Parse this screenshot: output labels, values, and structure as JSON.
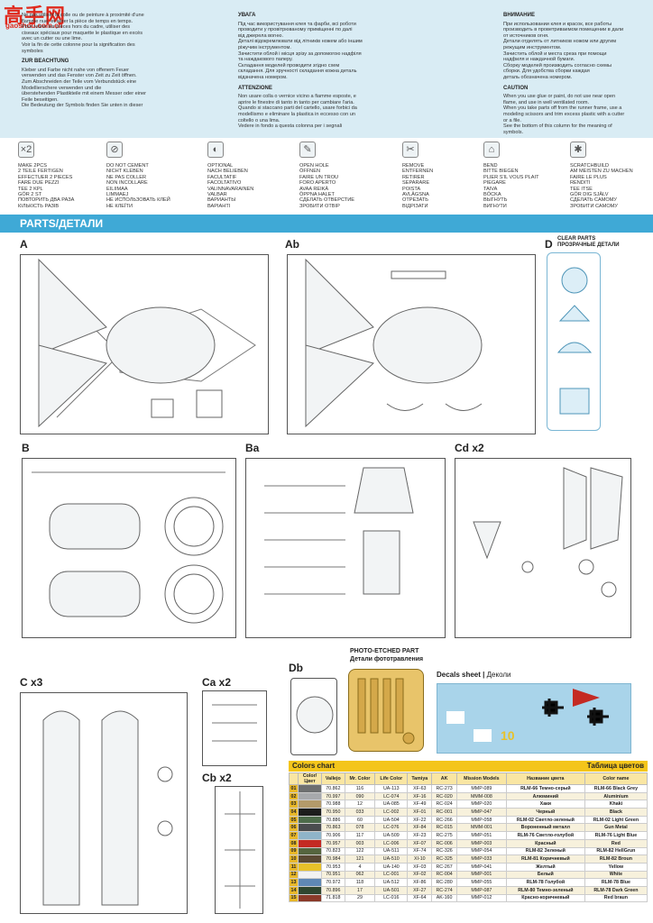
{
  "watermark": {
    "logo": "高手网",
    "url": "gaoshou.com.cn"
  },
  "instructions": {
    "fr": {
      "lines": [
        "Ne pas utiliser la colle ou de peinture à proximité d'une",
        "flamme nue, et aérer la pièce de temps en temps.",
        "Pour retirer les pièces hors du cadre, utiliser des",
        "ciseaux spéciaux pour maquette le plastique en excès",
        "avec un cutter ou une lime.",
        "Voir la fin de cette colonne pour la signification des",
        "symboles"
      ]
    },
    "de": {
      "heading": "ZUR BEACHTUNG",
      "lines": [
        "Kleber und Farbe nicht nahe von offenem Feuer",
        "verwenden und das Fenster von Zeit zu Zeit öffnen.",
        "Zum Abschneiden der Teile vom Verbundstück eine",
        "Modellierschere verwenden und die",
        "überstehenden Plastikteile mit einem Messer oder einer",
        "Feile beseitigen.",
        "Die Bedeutung der Symbols finden Sie unten in dieser"
      ]
    },
    "ua": {
      "heading": "УВАГА",
      "lines": [
        "Під час використування клея та фарби, всі роботи",
        "проводити у провітрюваному приміщенні по далі",
        "від джерела вогню.",
        "Деталі відокремлювати від літників ножем або іншим",
        "ріжучим інструментом.",
        "Зачистити облой і місця зрізу за допомогою надфіля",
        "та наждакового паперу.",
        "Складання моделей проводити згідно схем",
        "складання. Для зручності складання кожна деталь",
        "відзначена номером."
      ]
    },
    "it": {
      "heading": "ATTENZIONE",
      "lines": [
        "Non usare colla o vernice vicino a fiamme esposte, e",
        "aprire le finestre di tanto in tanto per cambiare l'aria.",
        "Quando si staccano parti del cartello, usare forbici da",
        "modellismo e eliminare la plastica in eccesso con un",
        "coltello o una lima.",
        "Vedere in fondo a questa colonna per i segnali"
      ]
    },
    "ru": {
      "heading": "ВНИМАНИЕ",
      "lines": [
        "При использовании клея и красок, все работы",
        "производить в проветриваемом помещении в дали",
        "от источников огня.",
        "Детали отделять от литников ножом или другим",
        "режущим инструментом.",
        "Зачистить облой и места среза при помощи",
        "надфиля и наждачной бумаги.",
        "Сборку моделей производить согласно схемы",
        "сборки. Для удобства сборки каждая",
        "деталь обозначена номером."
      ]
    },
    "en": {
      "heading": "CAUTION",
      "lines": [
        "When you use glue or paint, do not use near open",
        "flame, and use in well ventilated room.",
        "When you take parts off from the runner frame, use a",
        "modeling scissors and trim excess plastic with a cutter",
        "or a file.",
        "See the bottom of this column for the meaning of",
        "symbols."
      ]
    }
  },
  "symbols": [
    {
      "icon": "x2",
      "lines": [
        "MAKE 2pcs",
        "2 TEILE FERTIGEN",
        "EFFECTUER 2 PIECES",
        "FARE DUE PEZZI",
        "TEE 2 KPL",
        "GÖR 2 ST",
        "ПОВТОРИТЬ ДВА РАЗА",
        "КІЛЬКІСТЬ РАЗІВ"
      ]
    },
    {
      "icon": "no-glue",
      "lines": [
        "DO NOT CEMENT",
        "NICHT KLEBEN",
        "NE PAS COLLER",
        "NON INCOLLARE",
        "EILIIMAA",
        "LIMMAEJ",
        "НЕ ИСПОЛЬЗОВАТЬ КЛЕЙ",
        "НЕ КЛЕЇТИ"
      ]
    },
    {
      "icon": "optional",
      "lines": [
        "OPTIONAL",
        "NACH BELIEBEN",
        "FACULTATIF",
        "FACOLTATIVO",
        "VALINNAVARAINEN",
        "VALBAR",
        "ВАРИАНТЫ",
        "ВАРІАНТІ"
      ]
    },
    {
      "icon": "open-hole",
      "lines": [
        "OPEN HOLE",
        "ÖFFNEN",
        "FAIRE UN TROU",
        "FORO APERTO",
        "AVAA REIKÄ",
        "ÖPPNA HALET",
        "СДЕЛАТЬ ОТВЕРСТИЕ",
        "ЗРОБИТИ ОТВІР"
      ]
    },
    {
      "icon": "remove",
      "lines": [
        "REMOVE",
        "ENTFERNEN",
        "RETIRER",
        "SEPARARE",
        "POISTA",
        "AVLÄGSNA",
        "ОТРЕЗАТЬ",
        "ВІДРІЗАТИ"
      ]
    },
    {
      "icon": "bend",
      "lines": [
        "BEND",
        "BITTE BIEGEN",
        "PLIER S'IL VOUS PLAIT",
        "PIEGARE",
        "TAIVA",
        "BÖCKA",
        "ВЫГНУТЬ",
        "ВИГНУТИ"
      ]
    },
    {
      "icon": "scratchbuild",
      "lines": [
        "SCRATCHBUILD",
        "AM MEISTEN ZU MACHEN",
        "FAIRE LE PLUS",
        "RENDITI",
        "TEE ITSE",
        "GÖR DIG SJÄLV",
        "СДЕЛАТЬ САМОМУ",
        "ЗРОБИТИ САМОМУ"
      ]
    }
  ],
  "parts": {
    "title": "PARTS/ДЕТАЛИ",
    "labels": {
      "a": "A",
      "ab": "Ab",
      "d": "D",
      "b": "B",
      "ba": "Ba",
      "cd": "Cd x2",
      "c": "C x3",
      "ca": "Ca x2",
      "cb": "Cb x2",
      "db": "Db"
    },
    "clear": [
      "CLEAR PARTS",
      "ПРОЗРАЧНЫЕ ДЕТАЛИ"
    ],
    "photo_etched": [
      "PHOTO-ETCHED PART",
      "Детали фототравления"
    ],
    "decals": [
      "Decals sheet",
      "Деколи"
    ]
  },
  "colors_chart": {
    "title_en": "Colors chart",
    "title_ru": "Таблица цветов",
    "columns": [
      "",
      "Color/Цвет",
      "Vallejo",
      "Mr. Color",
      "Life Color",
      "Tamiya",
      "AK",
      "Mission Models",
      "Название цвета",
      "Color name"
    ],
    "rows": [
      {
        "num": "01",
        "swatch": "#6d6f70",
        "cells": [
          "70.862",
          "116",
          "UA-113",
          "XF-63",
          "RC-273",
          "MMP-089",
          "RLM-66 Темно-серый",
          "RLM-66 Black Grey"
        ]
      },
      {
        "num": "02",
        "swatch": "#a7a9ac",
        "cells": [
          "70.997",
          "090",
          "LC-074",
          "XF-16",
          "RC-020",
          "MMM-008",
          "Алюминий",
          "Aluminium"
        ]
      },
      {
        "num": "03",
        "swatch": "#b39a6a",
        "cells": [
          "70.988",
          "12",
          "UA-085",
          "XF-49",
          "RC-024",
          "MMP-020",
          "Хаки",
          "Khaki"
        ]
      },
      {
        "num": "04",
        "swatch": "#1c1c1c",
        "cells": [
          "70.950",
          "033",
          "LC-002",
          "XF-01",
          "RC-001",
          "MMP-047",
          "Черный",
          "Black"
        ]
      },
      {
        "num": "05",
        "swatch": "#4d6b4a",
        "cells": [
          "70.886",
          "60",
          "UA-504",
          "XF-22",
          "RC-266",
          "MMP-058",
          "RLM-02 Светло-зеленый",
          "RLM-02 Light Green"
        ]
      },
      {
        "num": "06",
        "swatch": "#4a4c4e",
        "cells": [
          "70.863",
          "078",
          "LC-076",
          "XF-84",
          "RC-015",
          "MMM-001",
          "Вороненный металл",
          "Gun Metal"
        ]
      },
      {
        "num": "07",
        "swatch": "#8fb4c9",
        "cells": [
          "70.906",
          "117",
          "UA-509",
          "XF-23",
          "RC-275",
          "MMP-051",
          "RLM-76 Светло-голубой",
          "RLM-76 Light Blue"
        ]
      },
      {
        "num": "08",
        "swatch": "#c42a23",
        "cells": [
          "70.957",
          "003",
          "LC-006",
          "XF-07",
          "RC-006",
          "MMP-003",
          "Красный",
          "Red"
        ]
      },
      {
        "num": "09",
        "swatch": "#55653f",
        "cells": [
          "70.823",
          "122",
          "UA-511",
          "XF-74",
          "RC-326",
          "MMP-054",
          "RLM-82 Зеленый",
          "RLM-82 HellGrun"
        ]
      },
      {
        "num": "10",
        "swatch": "#5a4a34",
        "cells": [
          "70.984",
          "121",
          "UA-510",
          "XI-10",
          "RC-325",
          "MMP-033",
          "RLM-81 Коричневый",
          "RLM-82 Broun"
        ]
      },
      {
        "num": "11",
        "swatch": "#e8c12a",
        "cells": [
          "70.953",
          "4",
          "UA-140",
          "XF-03",
          "RC-267",
          "MMP-041",
          "Желтый",
          "Yellow"
        ]
      },
      {
        "num": "12",
        "swatch": "#f2f2f2",
        "cells": [
          "70.951",
          "062",
          "LC-001",
          "XF-02",
          "RC-004",
          "MMP-001",
          "Белый",
          "White"
        ]
      },
      {
        "num": "13",
        "swatch": "#5f88b5",
        "cells": [
          "70.972",
          "118",
          "UA-512",
          "XF-86",
          "RC-280",
          "MMP-055",
          "RLM-78 Голубой",
          "RLM-78 Blue"
        ]
      },
      {
        "num": "14",
        "swatch": "#2f4630",
        "cells": [
          "70.896",
          "17",
          "UA-501",
          "XF-27",
          "RC-274",
          "MMP-087",
          "RLM-80 Темно-зеленый",
          "RLM-78 Dark Green"
        ]
      },
      {
        "num": "15",
        "swatch": "#8a3a2a",
        "cells": [
          "71.818",
          "29",
          "LC-016",
          "XF-64",
          "AK-160",
          "MMP-012",
          "Красно-коричневый",
          "Red braun"
        ]
      }
    ]
  }
}
